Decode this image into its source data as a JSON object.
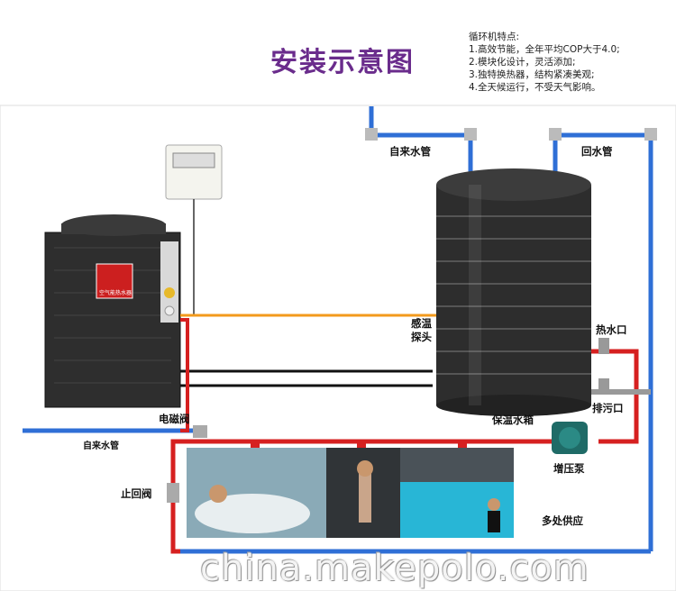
{
  "title": "安装示意图",
  "features": {
    "heading": "循环机特点:",
    "items": [
      "1.高效节能，全年平均COP大于4.0;",
      "2.模块化设计，灵活添加;",
      "3.独特换热器，结构紧凑美观;",
      "4.全天候运行，不受天气影响。"
    ]
  },
  "labels": {
    "tap_water_top": "自来水管",
    "return_water": "回水管",
    "temp_sensor": "感温探头",
    "hot_water_outlet": "热水口",
    "drain_outlet": "排污口",
    "insulated_tank": "保温水箱",
    "solenoid_valve": "电磁阀",
    "tap_water_left": "自来水管",
    "check_valve": "止回阀",
    "booster_pump": "增压泵",
    "multi_supply": "多处供应"
  },
  "unit_badge": "空气能热水器",
  "watermark": "china.makepolo.com"
}
